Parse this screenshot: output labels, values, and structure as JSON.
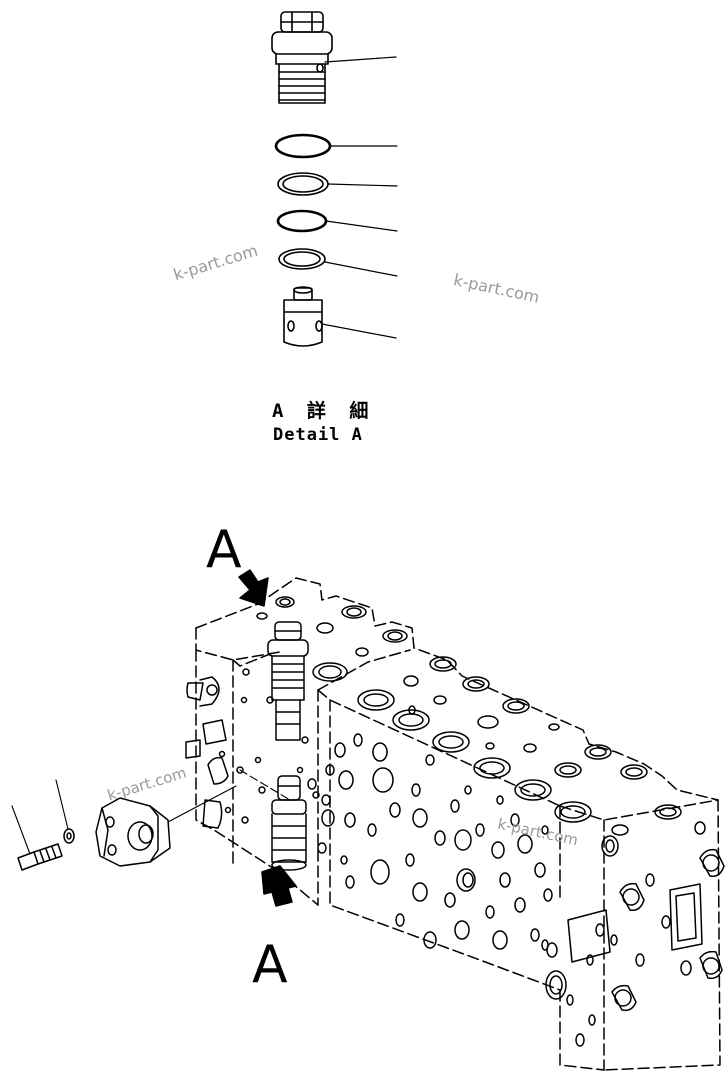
{
  "detail": {
    "title_jp": "A 詳 細",
    "title_en": "Detail A"
  },
  "view_arrows": {
    "top_letter": "A",
    "bottom_letter": "A"
  },
  "watermarks": [
    "k-part.com",
    "k-part.com",
    "k-part.com",
    "k-part.com"
  ]
}
